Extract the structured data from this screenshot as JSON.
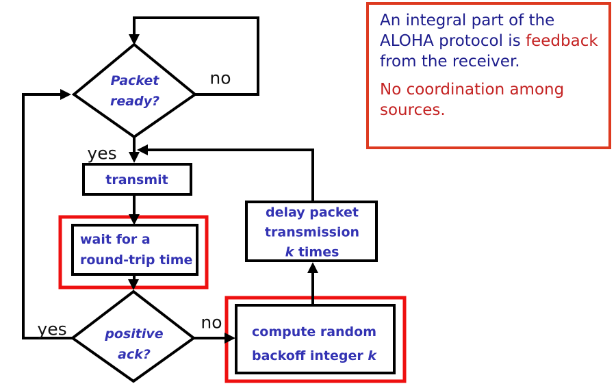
{
  "colors": {
    "flow_blue": "#3333b3",
    "note_navy": "#1c1c8c",
    "red_text": "#c42222",
    "border_red": "#dd3a20",
    "box_red": "#ee1010",
    "line_black": "#000000"
  },
  "note_box": {
    "p1_before": "An integral part of the ALOHA protocol is ",
    "p1_highlight": "feedback",
    "p1_after": " from the receiver.",
    "p2": "No coordination among sources."
  },
  "flowchart": {
    "decision_packet_ready": {
      "line1": "Packet",
      "line2": "ready?"
    },
    "process_transmit": {
      "label": "transmit"
    },
    "process_wait": {
      "line1": "wait for a",
      "line2": "round-trip time"
    },
    "decision_positive_ack": {
      "line1": "positive",
      "line2": "ack?"
    },
    "process_delay": {
      "line1": "delay packet",
      "line2": "transmission",
      "line3_k": "k",
      "line3_rest": " times"
    },
    "process_compute": {
      "line1": "compute random",
      "line2_before": "backoff integer ",
      "line2_k": "k"
    },
    "edge_labels": {
      "no_top": "no",
      "yes_top": "yes",
      "no_bottom": "no",
      "yes_bottom": "yes"
    }
  }
}
